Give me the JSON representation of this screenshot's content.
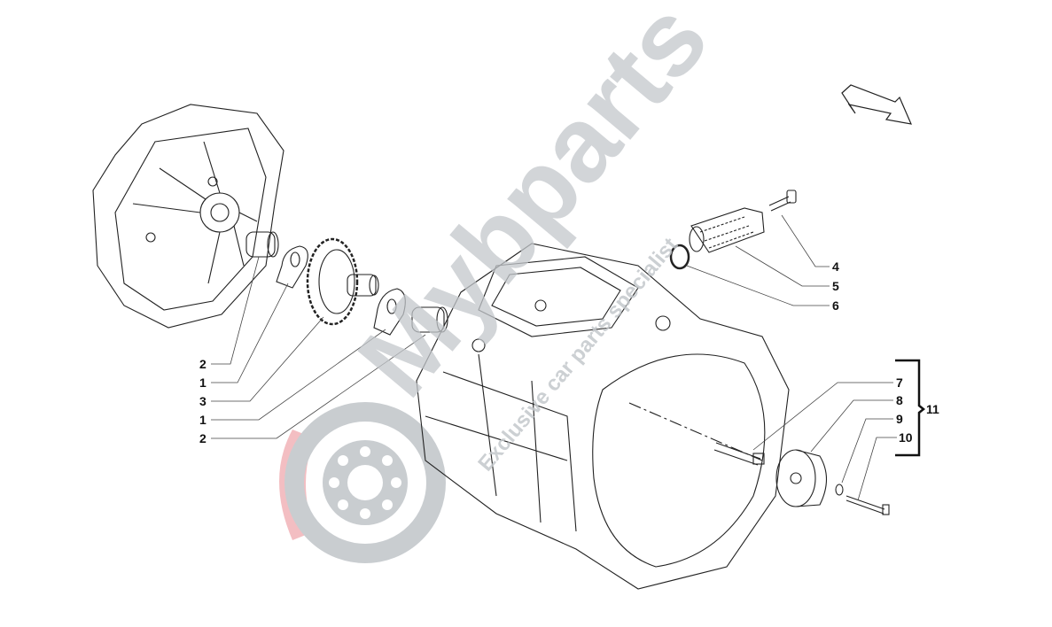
{
  "diagram": {
    "callouts_left": [
      "2",
      "1",
      "3",
      "1",
      "2"
    ],
    "callouts_right_top": [
      "4",
      "5",
      "6"
    ],
    "callouts_right_group": [
      "7",
      "8",
      "9",
      "10"
    ],
    "group_label": "11"
  },
  "watermark": {
    "brand": "Mybparts",
    "tagline": "Exclusive car parts specialist"
  },
  "colors": {
    "line": "#222222",
    "watermark_gray": "#c4c8cc",
    "watermark_red": "#f2b8bc"
  }
}
